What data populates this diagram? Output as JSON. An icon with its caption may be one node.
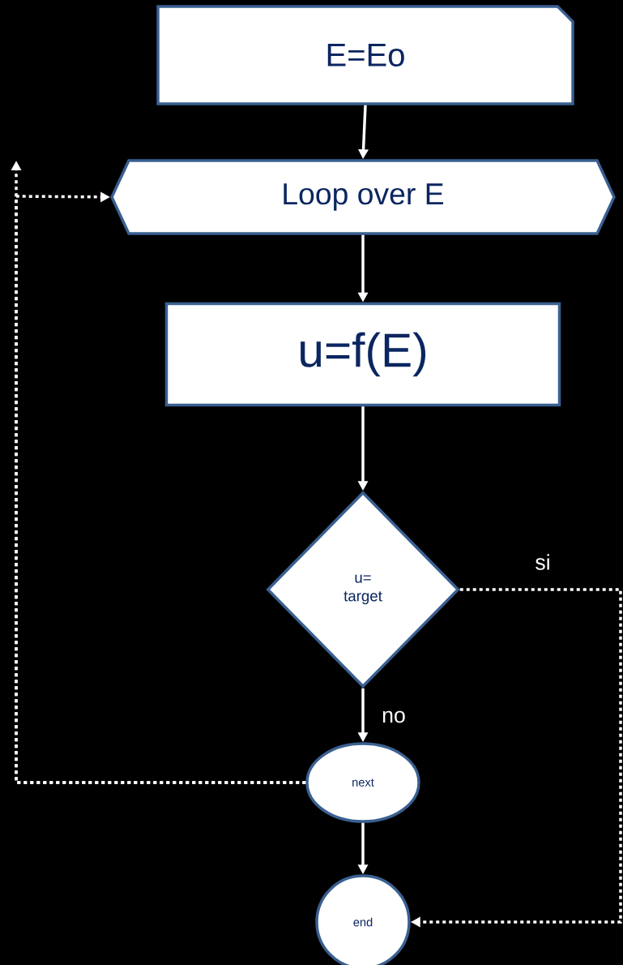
{
  "diagram": {
    "nodes": [
      {
        "text": [
          "E=Eo"
        ]
      },
      {
        "text": [
          "Loop over E"
        ]
      },
      {
        "text": [
          "u=f(E)"
        ]
      },
      {
        "text": [
          "u= target"
        ]
      },
      {
        "text": [
          "next"
        ]
      },
      {
        "text": [
          "end"
        ]
      }
    ],
    "edges": [
      {
        "from": 0,
        "to": 1,
        "arrow": "to"
      },
      {
        "from": 1,
        "to": 2,
        "arrow": "to"
      },
      {
        "from": 2,
        "to": 3,
        "arrow": "to"
      },
      {
        "from": 3,
        "to": 4,
        "arrow": "to",
        "label": "no"
      },
      {
        "from": 4,
        "to": 1,
        "arrow": "to",
        "style": "dashed"
      },
      {
        "from": 4,
        "to": null,
        "arrow": "to",
        "style": "dashed"
      },
      {
        "from": 4,
        "to": 5,
        "arrow": "to"
      },
      {
        "from": 3,
        "to": 5,
        "arrow": "to",
        "label": "si",
        "style": "dashed"
      }
    ]
  }
}
